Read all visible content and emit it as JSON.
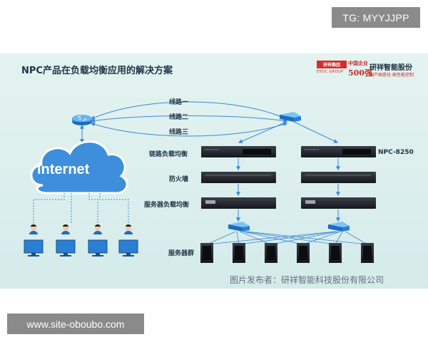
{
  "watermarks": {
    "top_right": "TG: MYYJJPP",
    "bottom_left": "www.site-oboubo.com"
  },
  "banner": {
    "title": "NPC产品在负载均衡应用的解决方案",
    "credit": "图片发布者：研祥智能科技股份有限公司"
  },
  "logo": {
    "group_tag": "研祥集团",
    "group_tag_en": "EVOC GROUP",
    "rank_line1": "中国企业",
    "rank_line2": "500强",
    "company": "研祥智能股份",
    "slogan": "国产高质化·高性能控制"
  },
  "diagram": {
    "cloud_label": "internet",
    "links": [
      "线路一",
      "线路二",
      "线路三"
    ],
    "tiers": {
      "link_balancer": "链路负载均衡",
      "firewall": "防火墙",
      "server_balancer": "服务器负载均衡",
      "servers": "服务器群"
    },
    "device_model": "NPC-8250",
    "client_count": 4,
    "server_count": 6
  },
  "colors": {
    "banner_bg": "#dcefee",
    "cloud": "#2f7fcf",
    "link_lines": "#3b8ad6",
    "device": "#1c1f24",
    "switch": "#2a7fd4",
    "brand_red": "#d92b2b"
  }
}
